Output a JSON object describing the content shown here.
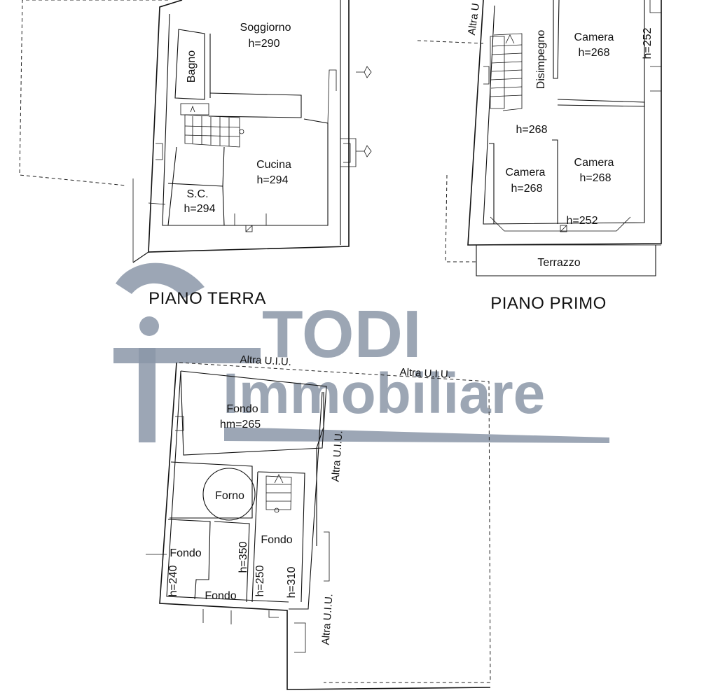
{
  "floors": [
    {
      "key": "piano_terra",
      "title": "PIANO TERRA"
    },
    {
      "key": "piano_primo",
      "title": "PIANO PRIMO"
    }
  ],
  "rooms": {
    "soggiorno": {
      "name": "Soggiorno",
      "height": "h=290"
    },
    "bagno": {
      "name": "Bagno"
    },
    "cucina": {
      "name": "Cucina",
      "height": "h=294"
    },
    "sc": {
      "name": "S.C.",
      "height": "h=294"
    },
    "disimpegno": {
      "name": "Disimpegno"
    },
    "camera_1": {
      "name": "Camera",
      "height": "h=268"
    },
    "camera_2": {
      "name": "Camera",
      "height": "h=268"
    },
    "camera_3": {
      "name": "Camera",
      "height": "h=268"
    },
    "terrazzo": {
      "name": "Terrazzo"
    },
    "fondo_main": {
      "name": "Fondo",
      "height": "hm=265"
    },
    "forno": {
      "name": "Forno"
    },
    "fondo_right": {
      "name": "Fondo"
    },
    "fondo_left": {
      "name": "Fondo"
    },
    "fondo_bottom": {
      "name": "Fondo"
    }
  },
  "heights": {
    "h252_top": "h=252",
    "h268_hall": "h=268",
    "h252_bottom": "h=252",
    "h240": "h=240",
    "h350": "h=350",
    "h250": "h=250",
    "h310": "h=310"
  },
  "neighbors": {
    "top": "Altra U",
    "basement_top": "Altra U.I.U.",
    "basement_top_right": "Altra U.I.U.",
    "basement_right": "Altra U.I.U.",
    "basement_bottom_right": "Altra U.I.U."
  },
  "watermark": {
    "line1": "TODI",
    "line2": "Immobiliare",
    "color": "#8b97a8"
  }
}
